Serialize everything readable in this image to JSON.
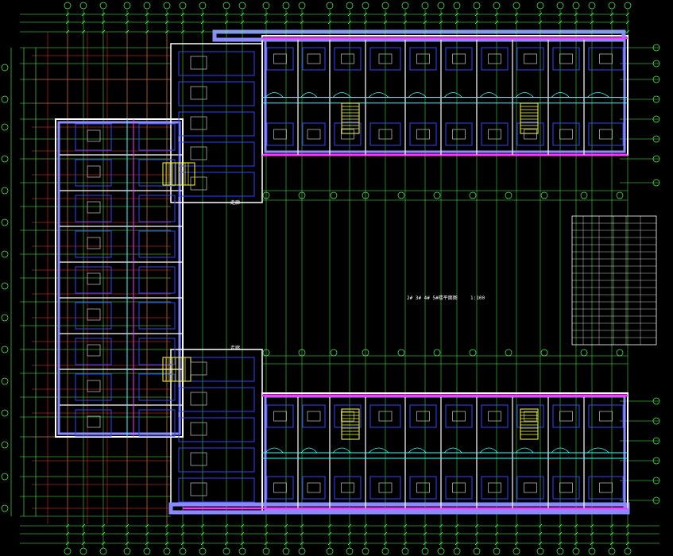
{
  "drawing": {
    "title": "2# 3# 4# 5#楼平面图",
    "scale": "1:100",
    "background": "#000000",
    "colors": {
      "grid": "#4cff4c",
      "axis_line": "#ff3333",
      "wall": "#ffffff",
      "wall_hatch": "#8a8aff",
      "magenta": "#ff33ff",
      "cyan": "#33ffff",
      "yellow": "#ffff33",
      "blue": "#3344ff",
      "gray": "#b0b0b0"
    }
  },
  "notes": {
    "corridor_label_top": "走廊",
    "corridor_label_bottom": "走廊"
  },
  "schedule_table": {
    "rows": 18,
    "cols": 6
  }
}
